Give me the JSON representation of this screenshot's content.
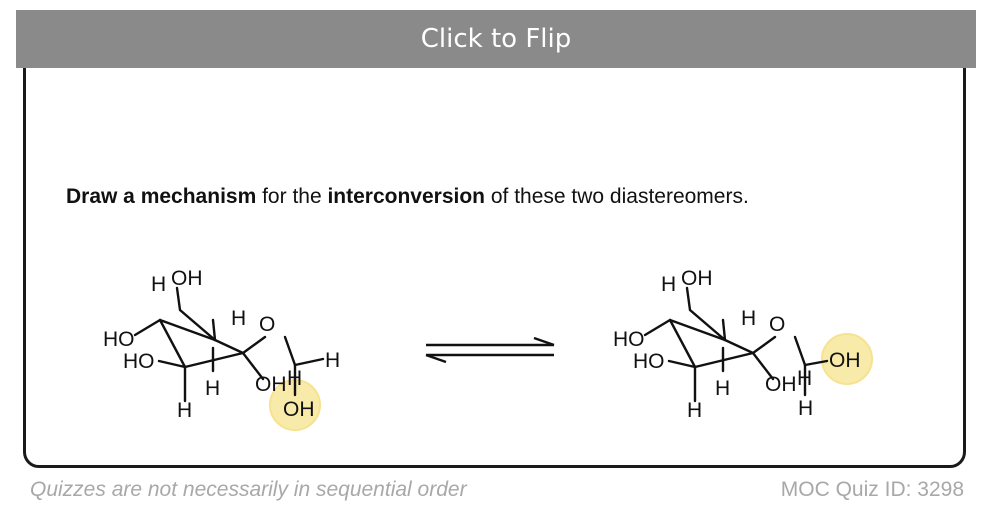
{
  "flip_button": {
    "label": "Click to Flip"
  },
  "question": {
    "part1": "Draw a mechanism",
    "part2": " for the ",
    "part3": "interconversion",
    "part4": " of these two diastereomers."
  },
  "molecule_left": {
    "labels": {
      "h_top": "H",
      "oh_top": "OH",
      "h_ring": "H",
      "o_ring": "O",
      "ho_1": "HO",
      "ho_2": "HO",
      "h_anomeric": "H",
      "oh_c3": "OH",
      "h_c4": "H",
      "h_c3": "H",
      "h_c2": "H",
      "oh_anomeric": "OH"
    },
    "highlight_color": "#f6e58d"
  },
  "molecule_right": {
    "labels": {
      "h_top": "H",
      "oh_top": "OH",
      "h_ring": "H",
      "o_ring": "O",
      "ho_1": "HO",
      "ho_2": "HO",
      "oh_anomeric": "OH",
      "oh_c3": "OH",
      "h_c4": "H",
      "h_c3": "H",
      "h_c2": "H",
      "h_anomeric": "H"
    },
    "highlight_color": "#f6e58d"
  },
  "equilibrium_arrow": {
    "type": "equilibrium-icon"
  },
  "footer": {
    "note": "Quizzes are not necessarily in sequential order",
    "quiz_id": "MOC Quiz ID: 3298"
  }
}
